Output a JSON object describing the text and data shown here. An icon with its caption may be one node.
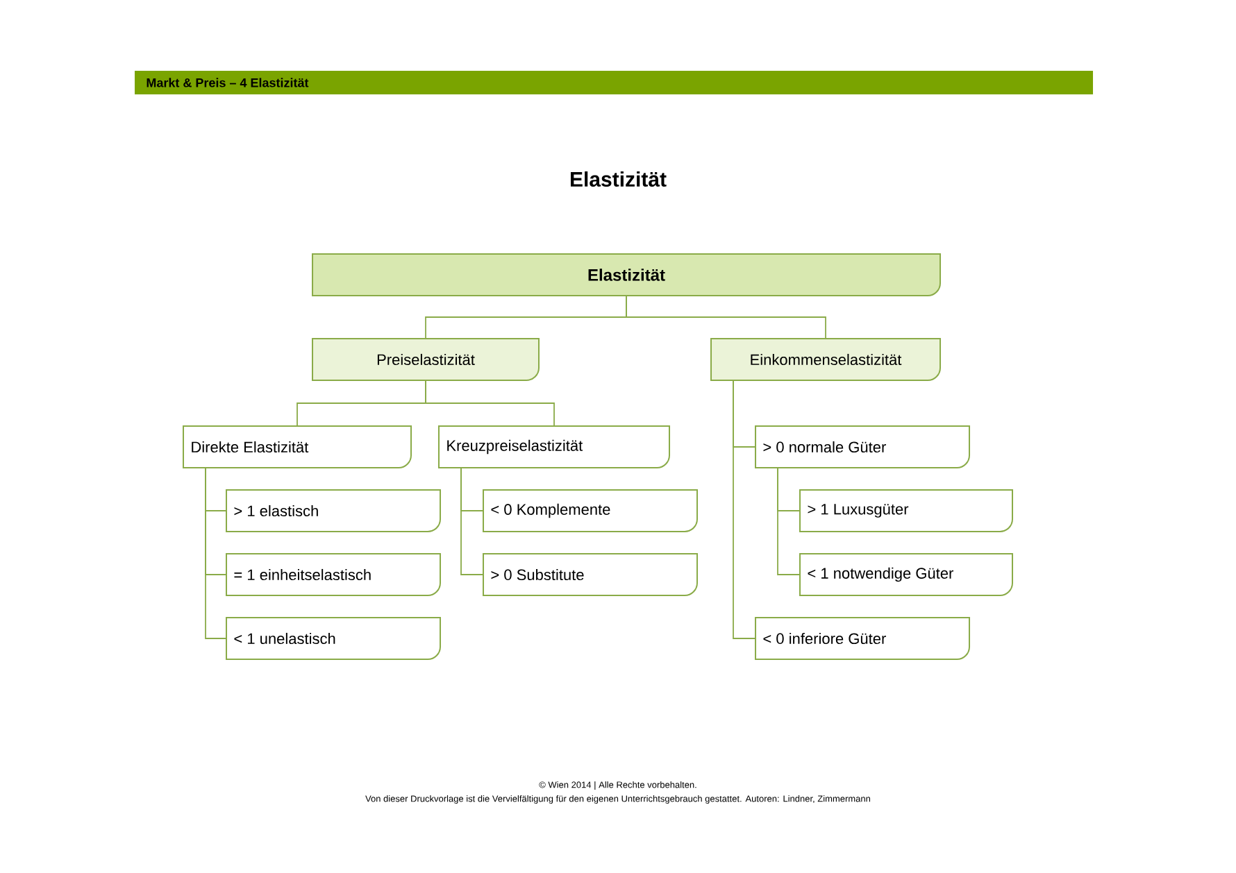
{
  "diagram": {
    "title": "Elastizität",
    "nodes": [
      {
        "text": [
          "Elastizität"
        ]
      },
      {
        "text": [
          "Preiselastizität"
        ]
      },
      {
        "text": [
          "Einkommenselastizität"
        ]
      },
      {
        "text": [
          "Direkte Elastizität"
        ]
      },
      {
        "text": [
          "Kreuzpreiselastizität"
        ]
      },
      {
        "text": [
          "> 1 elastisch"
        ]
      },
      {
        "text": [
          "= 1 einheitselastisch"
        ]
      },
      {
        "text": [
          "< 1 unelastisch"
        ]
      },
      {
        "text": [
          "< 0 Komplemente"
        ]
      },
      {
        "text": [
          "> 0 Substitute"
        ]
      },
      {
        "text": [
          "> 0 normale Güter"
        ]
      },
      {
        "text": [
          "> 1 Luxusgüter"
        ]
      },
      {
        "text": [
          "< 1 notwendige Güter"
        ]
      },
      {
        "text": [
          "< 0 inferiore Güter"
        ]
      }
    ],
    "edges": [
      {
        "from": 0,
        "to": 1,
        "arrow": "none"
      },
      {
        "from": 0,
        "to": 2,
        "arrow": "none"
      },
      {
        "from": 1,
        "to": 3,
        "arrow": "none"
      },
      {
        "from": 1,
        "to": 4,
        "arrow": "none"
      },
      {
        "from": 3,
        "to": 5,
        "arrow": "none"
      },
      {
        "from": 3,
        "to": 6,
        "arrow": "none"
      },
      {
        "from": 3,
        "to": 7,
        "arrow": "none"
      },
      {
        "from": 4,
        "to": 8,
        "arrow": "none"
      },
      {
        "from": 4,
        "to": 9,
        "arrow": "none"
      },
      {
        "from": 2,
        "to": 10,
        "arrow": "none"
      },
      {
        "from": 10,
        "to": 11,
        "arrow": "none"
      },
      {
        "from": 10,
        "to": 12,
        "arrow": "none"
      },
      {
        "from": 2,
        "to": 13,
        "arrow": "none"
      }
    ],
    "labels": [
      "Markt & Preis – 4 Elastizität",
      "© Wien 2014 | Alle Rechte vorbehalten.",
      "Von dieser Druckvorlage ist die Vervielfältigung für den eigenen Unterrichtsgebrauch gestattet. Autoren: Lindner, Zimmermann"
    ]
  }
}
